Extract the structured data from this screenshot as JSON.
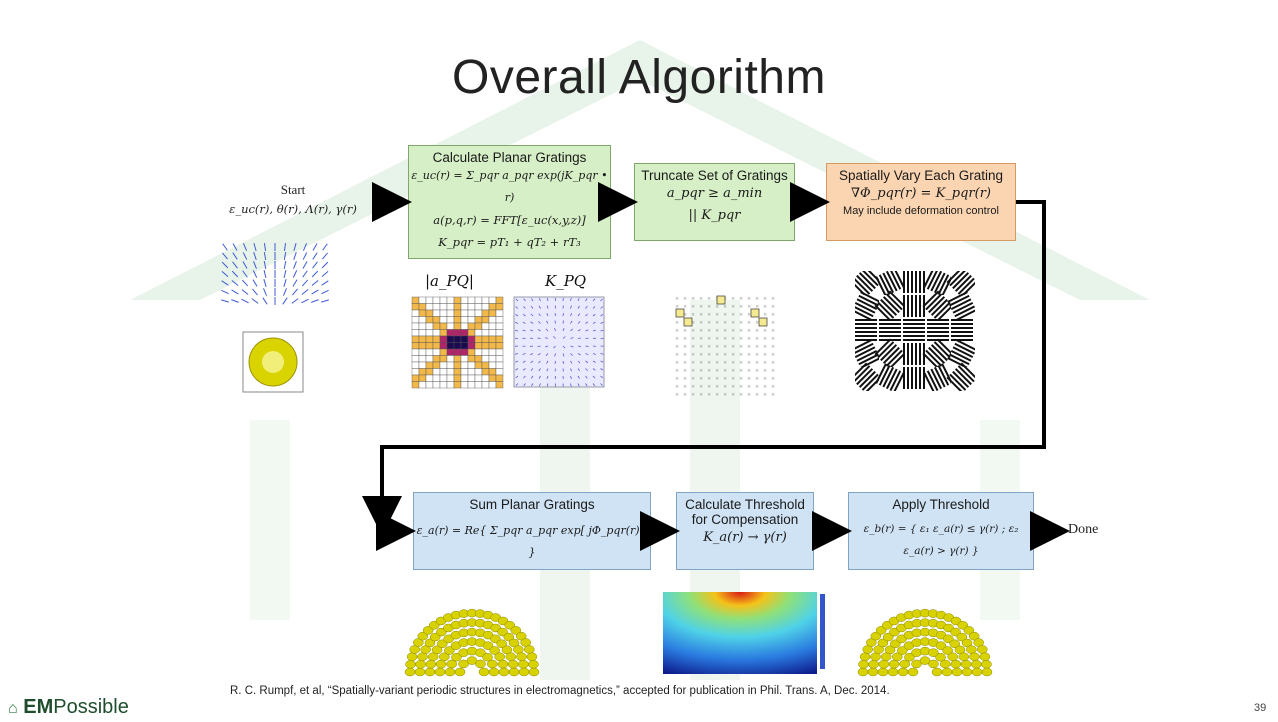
{
  "slide": {
    "title": "Overall Algorithm",
    "page_number": "39",
    "citation": "R. C. Rumpf, et al, “Spatially-variant periodic structures in electromagnetics,” accepted for publication in Phil. Trans. A, Dec. 2014.",
    "logo": {
      "bold": "EM",
      "light": "Possible"
    }
  },
  "start": {
    "label": "Start",
    "equation": "ε_uc(r), θ(r), Λ(r), γ(r)"
  },
  "steps": {
    "calc_planar": {
      "title": "Calculate Planar Gratings",
      "eq1": "ε_uc(r) = Σ_pqr a_pqr exp(jK_pqr • r)",
      "eq2": "a(p,q,r) = FFT[ε_uc(x,y,z)]",
      "eq3": "K_pqr = pT₁ + qT₂ + rT₃"
    },
    "truncate": {
      "title": "Truncate Set of Gratings",
      "eq1": "a_pqr ≥ a_min",
      "eq2": "|| K_pqr"
    },
    "spatially_vary": {
      "title": "Spatially Vary Each Grating",
      "eq1": "∇Φ_pqr(r) = K_pqr(r)",
      "note": "May include deformation control"
    },
    "sum_planar": {
      "title": "Sum Planar Gratings",
      "eq1": "ε_a(r) = Re{ Σ_pqr a_pqr exp[ jΦ_pqr(r) ] }"
    },
    "calc_threshold": {
      "title": "Calculate Threshold",
      "title2": "for Compensation",
      "eq1": "K_a(r) → γ(r)"
    },
    "apply_threshold": {
      "title": "Apply Threshold",
      "eq1": "ε_b(r) = { ε₁  ε_a(r) ≤ γ(r) ; ε₂  ε_a(r) > γ(r) }"
    }
  },
  "done_label": "Done",
  "image_labels": {
    "apq": "|a_PQ|",
    "kpq": "K_PQ"
  },
  "colors": {
    "green_box": "#d6efc6",
    "orange_box": "#fbd5b1",
    "blue_box": "#cfe3f5",
    "arrow": "#000000",
    "watermark": "#e3f1e4"
  }
}
